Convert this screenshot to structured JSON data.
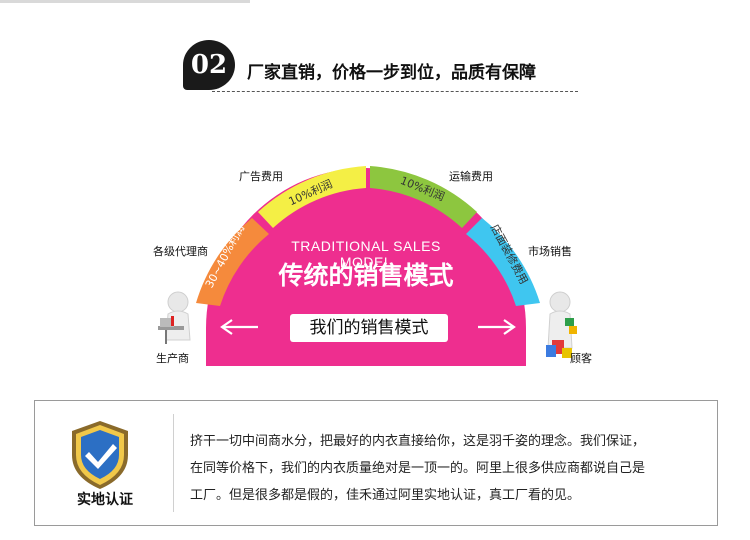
{
  "header": {
    "number": "02",
    "title": "厂家直销，价格一步到位，品质有保障"
  },
  "diagram": {
    "model_en": "TRADITIONAL SALES MODEL",
    "model_cn": "传统的销售模式",
    "our_model": "我们的销售模式",
    "arc_colors": {
      "magenta": "#ee2e8f",
      "orange": "#f58a3c",
      "yellow": "#f4ef45",
      "green": "#8dc63f",
      "cyan": "#3fc6f0"
    },
    "segments": {
      "orange": "30~40%利润",
      "yellow": "10%利润",
      "green": "10%利润",
      "cyan": "店面装修费用"
    },
    "labels": {
      "agents": "各级代理商",
      "advertising": "广告费用",
      "shipping": "运输费用",
      "marketing": "市场销售"
    },
    "producer": "生产商",
    "customer": "顾客"
  },
  "info": {
    "badge_title": "实地认证",
    "lines": [
      "挤干一切中间商水分，把最好的内衣直接给你，这是羽千姿的理念。我们保证，",
      "在同等价格下，我们的内衣质量绝对是一顶一的。阿里上很多供应商都说自己是",
      "工厂。但是很多都是假的，佳禾通过阿里实地认证，真工厂看的见。"
    ]
  }
}
